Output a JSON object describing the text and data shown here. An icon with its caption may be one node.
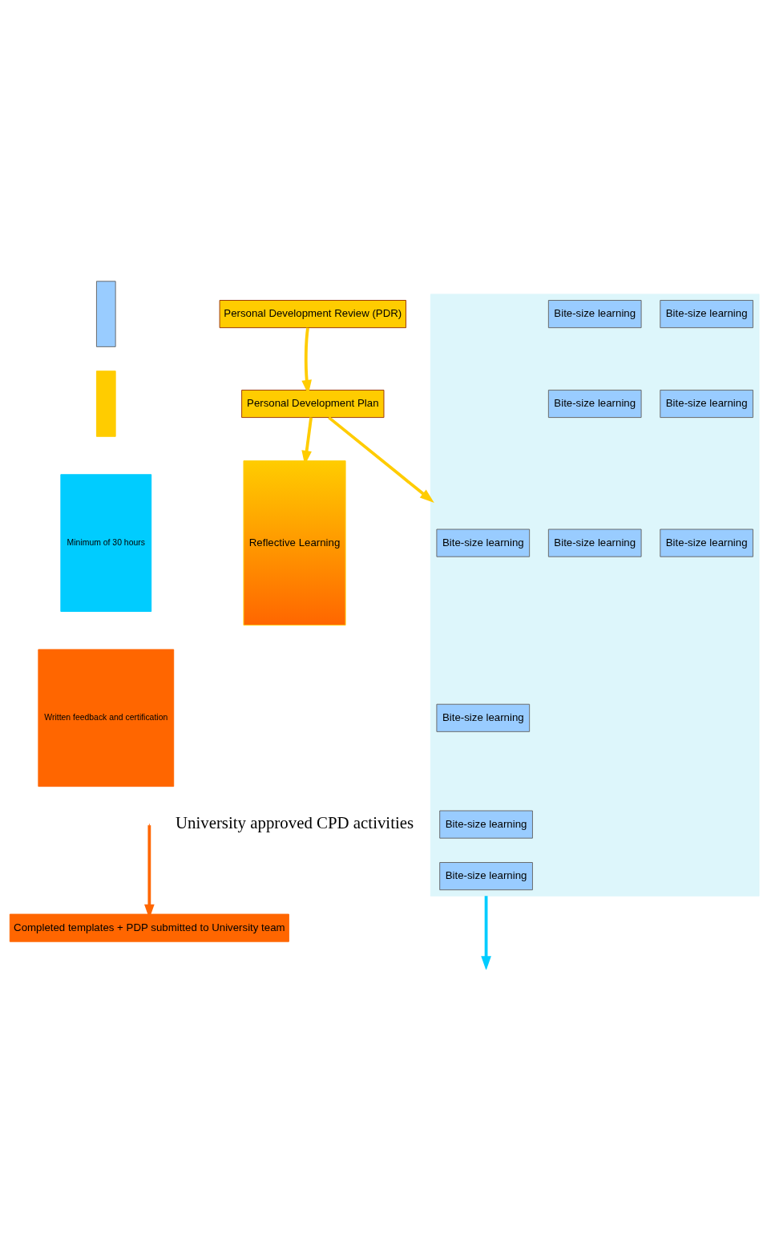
{
  "diagram": {
    "nodes": [
      {
        "text": [],
        "shape": "bar"
      },
      {
        "text": [],
        "shape": "bar"
      },
      {
        "text": [
          "Minimum of 30 hours"
        ]
      },
      {
        "text": [
          "Written feedback and certification"
        ]
      },
      {
        "text": [
          "Personal Development Review (PDR)"
        ]
      },
      {
        "text": [
          "Personal Development Plan"
        ]
      },
      {
        "text": [],
        "shape": "box"
      },
      {
        "text": [
          "Bite-size learning"
        ],
        "in": 6
      },
      {
        "text": [
          "Bite-size learning"
        ],
        "in": 6
      },
      {
        "text": [
          "Bite-size learning"
        ],
        "in": 6
      },
      {
        "text": [
          "Bite-size learning"
        ],
        "in": 6
      },
      {
        "text": [
          "Bite-size learning"
        ],
        "in": 6
      },
      {
        "text": [
          "Bite-size learning"
        ],
        "in": 6
      },
      {
        "text": [
          "Bite-size learning"
        ],
        "in": 6
      },
      {
        "text": [
          "Bite-size learning"
        ],
        "in": 6
      },
      {
        "text": [
          "Bite-size learning"
        ],
        "in": 6
      },
      {
        "text": [
          "Bite-size learning"
        ],
        "in": 6
      },
      {
        "text": [
          "Reflective Learning"
        ]
      },
      {
        "text": [
          "Completed templates + PDP submitted to University team"
        ]
      }
    ],
    "edges": [
      {
        "from": 4,
        "to": 5,
        "arrow": "to"
      },
      {
        "from": 5,
        "to": 6,
        "arrow": "to"
      },
      {
        "from": 5,
        "to": 17,
        "arrow": "to"
      },
      {
        "from": 6,
        "to": null,
        "arrow": "to",
        "color": "#00ccff"
      },
      {
        "from": null,
        "to": 18,
        "arrow": "to",
        "color": "#ff6600"
      }
    ],
    "labels": [
      "University approved CPD activities"
    ]
  }
}
